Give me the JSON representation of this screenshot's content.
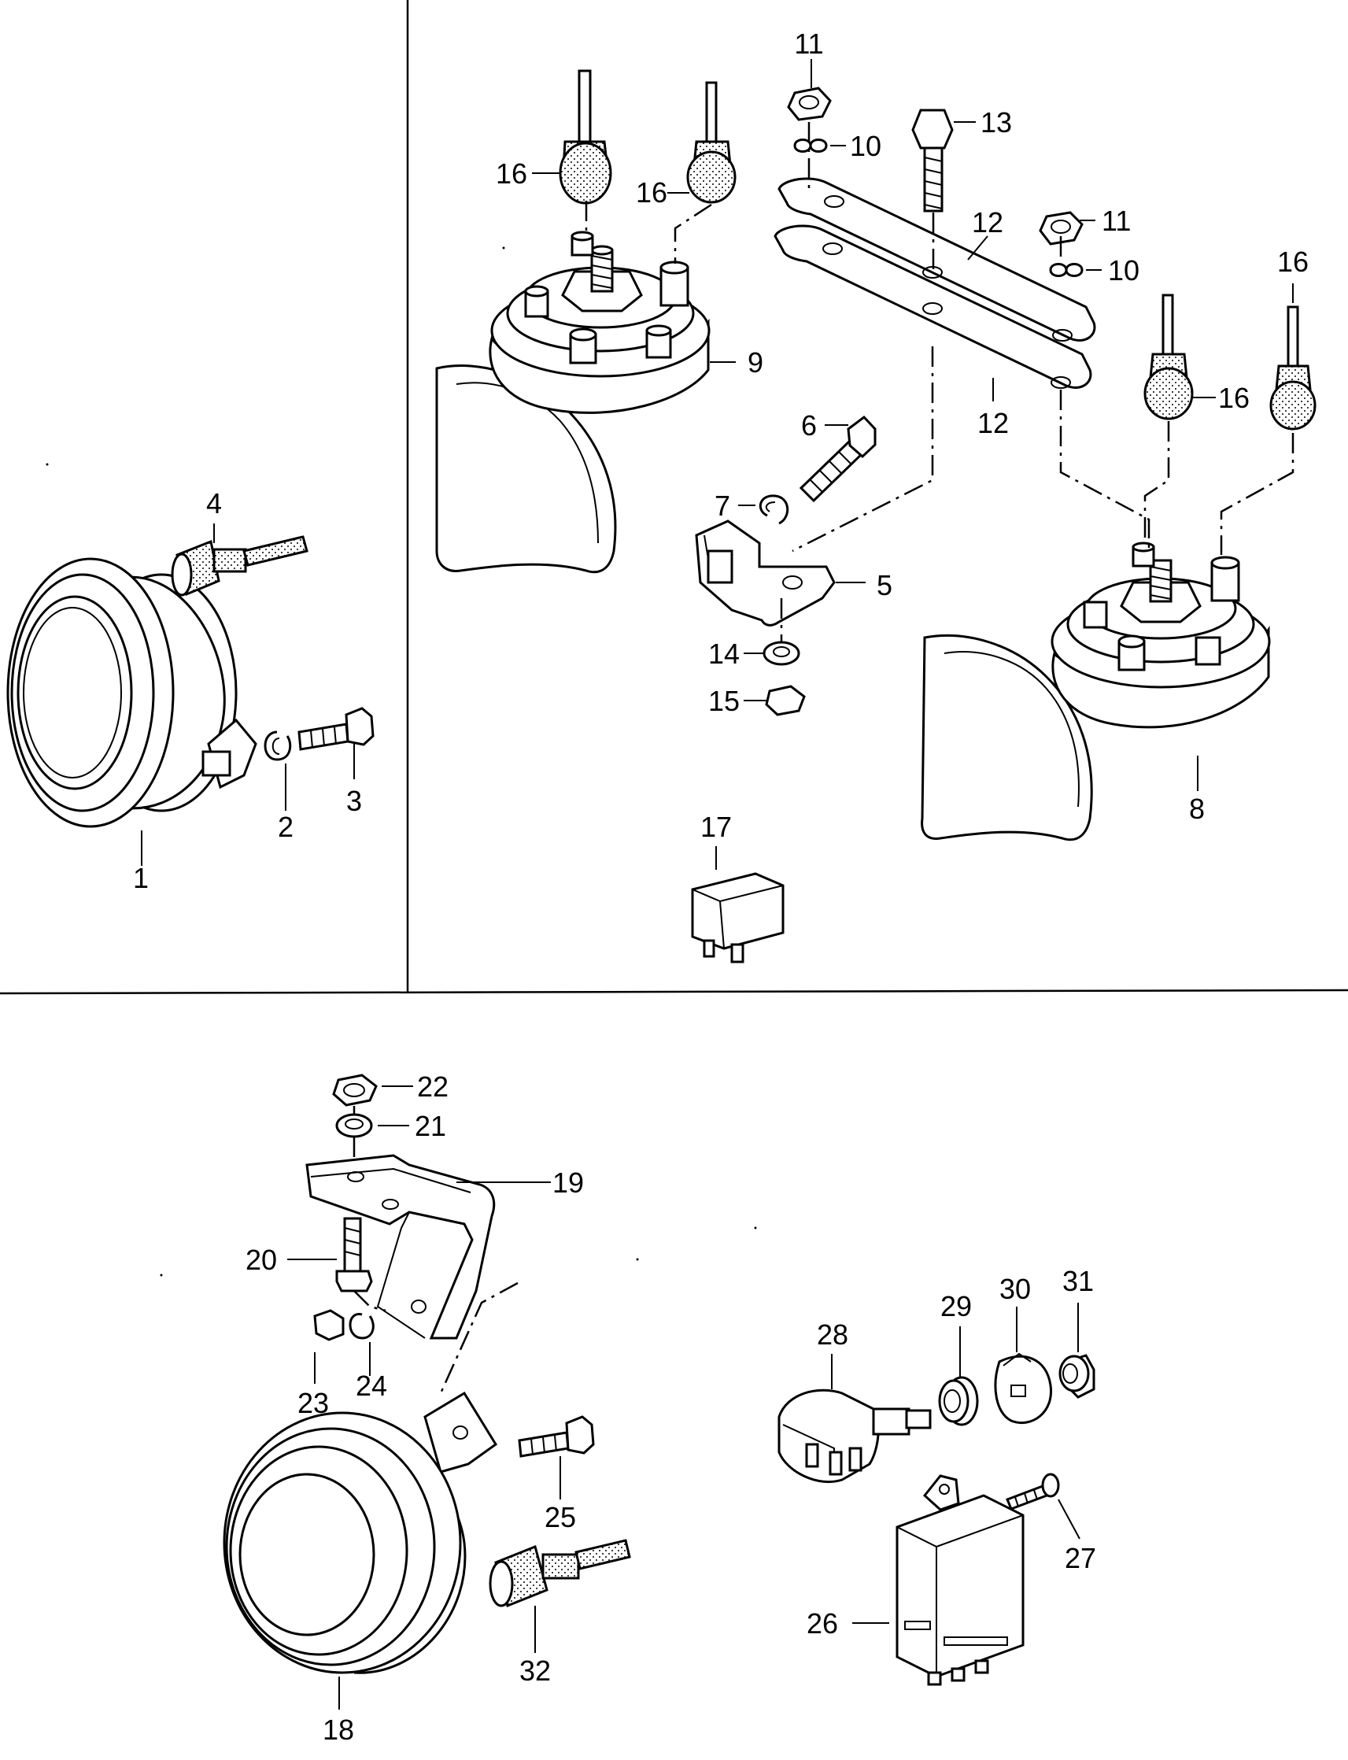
{
  "callouts": [
    {
      "id": "c1",
      "text": "1"
    },
    {
      "id": "c2",
      "text": "2"
    },
    {
      "id": "c3",
      "text": "3"
    },
    {
      "id": "c4",
      "text": "4"
    },
    {
      "id": "c5",
      "text": "5"
    },
    {
      "id": "c6",
      "text": "6"
    },
    {
      "id": "c7",
      "text": "7"
    },
    {
      "id": "c8",
      "text": "8"
    },
    {
      "id": "c9",
      "text": "9"
    },
    {
      "id": "c10a",
      "text": "10"
    },
    {
      "id": "c10b",
      "text": "10"
    },
    {
      "id": "c11a",
      "text": "11"
    },
    {
      "id": "c11b",
      "text": "11"
    },
    {
      "id": "c12a",
      "text": "12"
    },
    {
      "id": "c12b",
      "text": "12"
    },
    {
      "id": "c13",
      "text": "13"
    },
    {
      "id": "c14",
      "text": "14"
    },
    {
      "id": "c15",
      "text": "15"
    },
    {
      "id": "c16a",
      "text": "16"
    },
    {
      "id": "c16b",
      "text": "16"
    },
    {
      "id": "c16c",
      "text": "16"
    },
    {
      "id": "c16d",
      "text": "16"
    },
    {
      "id": "c17",
      "text": "17"
    },
    {
      "id": "c18",
      "text": "18"
    },
    {
      "id": "c19",
      "text": "19"
    },
    {
      "id": "c20",
      "text": "20"
    },
    {
      "id": "c21",
      "text": "21"
    },
    {
      "id": "c22",
      "text": "22"
    },
    {
      "id": "c23",
      "text": "23"
    },
    {
      "id": "c24",
      "text": "24"
    },
    {
      "id": "c25",
      "text": "25"
    },
    {
      "id": "c26",
      "text": "26"
    },
    {
      "id": "c27",
      "text": "27"
    },
    {
      "id": "c28",
      "text": "28"
    },
    {
      "id": "c29",
      "text": "29"
    },
    {
      "id": "c30",
      "text": "30"
    },
    {
      "id": "c31",
      "text": "31"
    },
    {
      "id": "c32",
      "text": "32"
    }
  ]
}
